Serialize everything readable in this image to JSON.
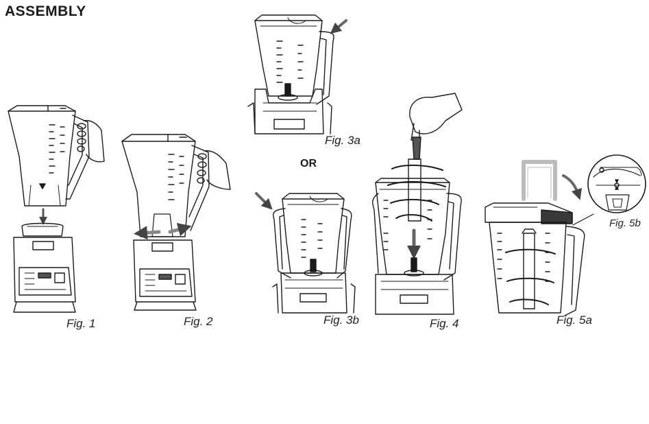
{
  "heading": "ASSEMBLY",
  "separator": "OR",
  "figures": [
    {
      "id": "fig1",
      "caption": "Fig. 1"
    },
    {
      "id": "fig2",
      "caption": "Fig. 2"
    },
    {
      "id": "fig3a",
      "caption": "Fig. 3a"
    },
    {
      "id": "fig3b",
      "caption": "Fig. 3b"
    },
    {
      "id": "fig4",
      "caption": "Fig. 4"
    },
    {
      "id": "fig5a",
      "caption": "Fig. 5a"
    },
    {
      "id": "fig5b",
      "caption": "Fig. 5b"
    }
  ],
  "colors": {
    "line": "#1a1a1a",
    "lid_dark": "#3a3a3a",
    "grey": "#bdbdbd"
  }
}
